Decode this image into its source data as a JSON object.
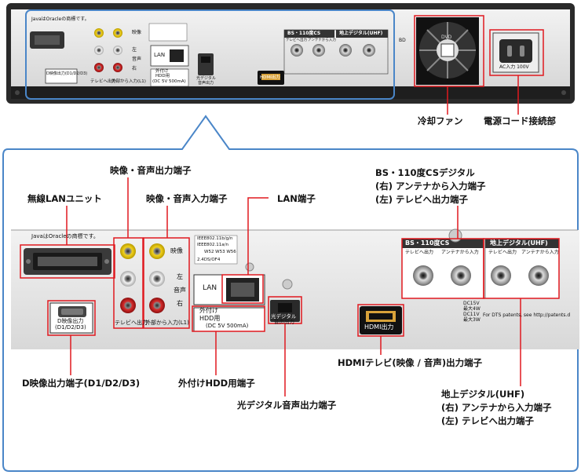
{
  "top_panel": {
    "java_notice": "JavaはOracleの商標です。",
    "video_label": "映像",
    "left_label": "左",
    "audio_label": "音声",
    "right_label": "右",
    "tv_out_label": "テレビへ出力",
    "ext_in_label": "外部から入力(L1)",
    "d_out_label": "D映像出力(D1/D2/D3)",
    "lan_label": "LAN",
    "hdd_label_1": "外付け",
    "hdd_label_2": "HDD用",
    "hdd_power": "(DC 5V 500mA)",
    "optical_label_1": "光デジタル",
    "optical_label_2": "音声出力",
    "hdmi_label": "HDMI出力",
    "bs_header": "BS・110度CS",
    "uhf_header": "地上デジタル(UHF)",
    "tv_out_small": "テレビへ出力",
    "antenna_in_small": "アンテナから入力",
    "fan_text": "DVD",
    "ac_label": "AC入力 100V",
    "bd_label": "BD"
  },
  "zoom_panel": {
    "java_notice": "JavaはOracleの商標です。",
    "ieee_1": "IEEE802.11b/g/n",
    "ieee_2": "IEEE802.11a/n",
    "wchan": "W52  W53  W56",
    "freq": "2.4DS/OF4",
    "video_label": "映像",
    "left_label": "左",
    "audio_label": "音声",
    "right_label": "右",
    "tv_out_label": "テレビへ出力",
    "ext_in_label": "外部から入力(L1)",
    "d_out_1": "D映像出力",
    "d_out_2": "(D1/D2/D3)",
    "lan_label": "LAN",
    "hdd_1": "外付け",
    "hdd_2": "HDD用",
    "hdd_power": "(DC 5V 500mA)",
    "optical_1": "光デジタル",
    "optical_2": "音声出力",
    "hdmi_label": "HDMI出力",
    "bs_header": "BS・110度CS",
    "uhf_header": "地上デジタル(UHF)",
    "tv_out_small": "テレビへ出力",
    "antenna_in_small": "アンテナから入力",
    "power_spec": [
      "DC15V",
      "最大4W",
      "DC11V",
      "最大3W"
    ],
    "dts_text": "For DTS patents, see http://patents.d"
  },
  "callouts": {
    "fan": "冷却ファン",
    "power_cord": "電源コード接続部",
    "wireless_lan": "無線LANユニット",
    "av_out": "映像・音声出力端子",
    "av_in": "映像・音声入力端子",
    "lan": "LAN端子",
    "bs_lines": [
      "BS・110度CSデジタル",
      "(右) アンテナから入力端子",
      "(左) テレビへ出力端子"
    ],
    "d_out": "D映像出力端子(D1/D2/D3)",
    "hdd": "外付けHDD用端子",
    "optical": "光デジタル音声出力端子",
    "hdmi": "HDMIテレビ(映像 / 音声)出力端子",
    "uhf_lines": [
      "地上デジタル(UHF)",
      "(右) アンテナから入力端子",
      "(左) テレビへ出力端子"
    ]
  },
  "colors": {
    "highlight_red": "#e0191f",
    "highlight_blue": "#4a86c8",
    "panel_gray": "#e6e6e6",
    "chassis_dark": "#222222"
  }
}
